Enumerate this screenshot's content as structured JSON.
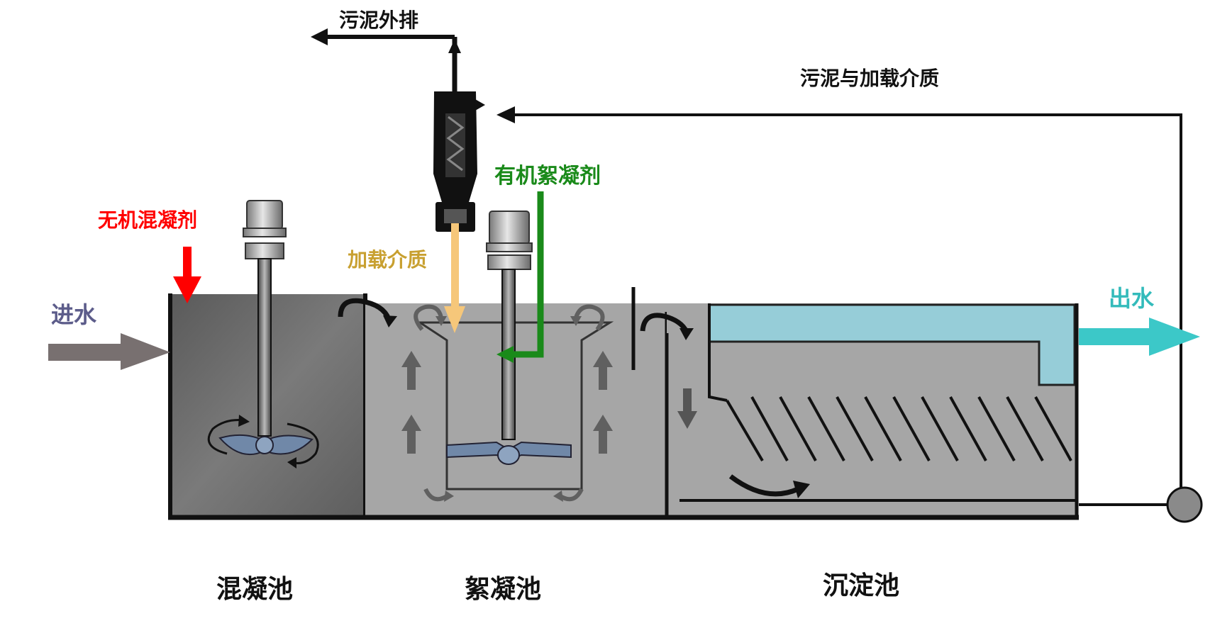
{
  "labels": {
    "inlet": "进水",
    "inorganic_coagulant": "无机混凝剂",
    "sludge_discharge": "污泥外排",
    "sludge_and_media": "污泥与加载介质",
    "organic_flocculant": "有机絮凝剂",
    "loading_media": "加载介质",
    "outlet": "出水",
    "coagulation_tank": "混凝池",
    "flocculation_tank": "絮凝池",
    "sedimentation_tank": "沉淀池"
  },
  "colors": {
    "inlet_text": "#5c5c8a",
    "inorganic_coagulant": "#ff0000",
    "organic_flocculant": "#1a8a1a",
    "loading_media_text": "#c8a030",
    "loading_media_arrow": "#f6c77a",
    "outlet_text": "#33bbbb",
    "outlet_arrow": "#3cc8c8",
    "inlet_arrow": "#787070",
    "clear_water": "#96cdd8",
    "tank_dark": "#6e6e6e",
    "tank_light": "#a6a6a6",
    "impeller": "#7088a8"
  }
}
